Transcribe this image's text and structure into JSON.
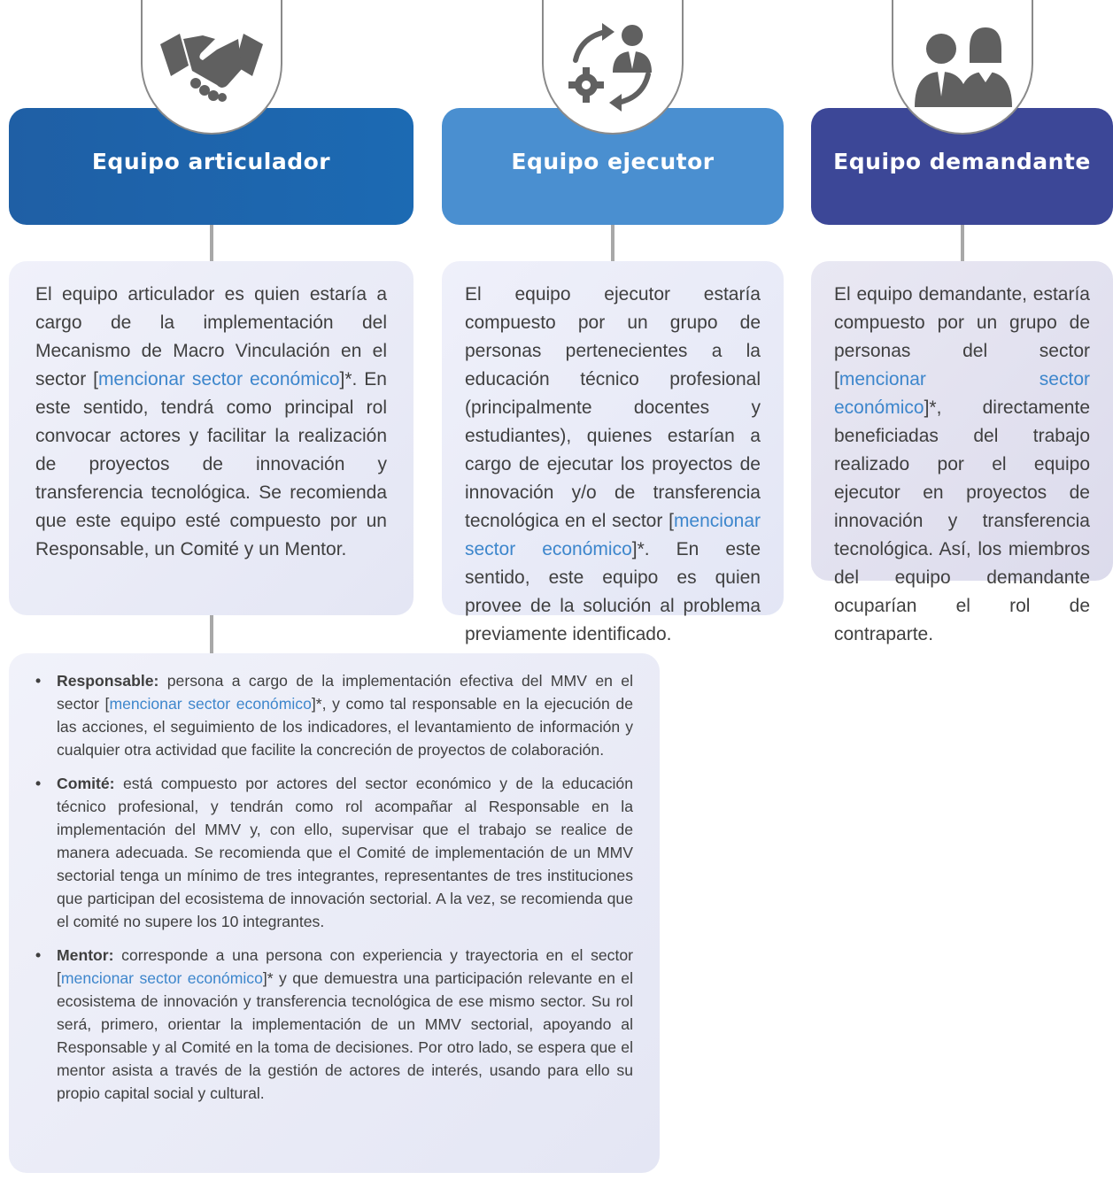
{
  "teams": [
    {
      "title": "Equipo articulador",
      "icon": "handshake-icon",
      "color": "#1f63ab",
      "description": {
        "before": "El equipo articulador es quien estaría a cargo de la implementación del Mecanismo de Macro Vinculación en el sector [",
        "highlight": "mencionar sector económico",
        "after": "]*. En este sentido, tendrá como principal rol convocar actores y facilitar la realización de proyectos de innovación y transferencia tecnológica. Se recomienda que este equipo esté compuesto por un Responsable, un Comité y un Mentor."
      }
    },
    {
      "title": "Equipo ejecutor",
      "icon": "person-cycle-gear-icon",
      "color": "#4a8fd0",
      "description": {
        "before": "El equipo ejecutor estaría compuesto por un grupo de personas pertenecientes a la educación técnico profesional (principalmente docentes y estudiantes), quienes estarían a cargo de ejecutar los proyectos de innovación y/o de transferencia tecnológica en el sector [",
        "highlight": "mencionar sector económico",
        "after": "]*. En este sentido, este equipo es quien provee de la solución al problema previamente identificado."
      }
    },
    {
      "title": "Equipo demandante",
      "icon": "two-people-icon",
      "color": "#3c4797",
      "description": {
        "before": "El equipo demandante, estaría compuesto por un grupo de personas del sector [",
        "highlight": "mencionar sector económico",
        "after": "]*, directamente beneficiadas del trabajo realizado por el equipo ejecutor en proyectos de innovación y transferencia tecnológica. Así, los miembros del equipo demandante ocuparían el rol de contraparte."
      }
    }
  ],
  "roles": [
    {
      "title": "Responsable:",
      "before": " persona a cargo de la implementación efectiva del MMV en el sector [",
      "highlight": "mencionar sector económico",
      "after": "]*, y como tal responsable en la ejecución de las acciones, el seguimiento de los indicadores, el levantamiento de información y cualquier otra actividad que facilite la concreción de proyectos de colaboración."
    },
    {
      "title": "Comité:",
      "before": " está compuesto por actores del sector económico y de la educación técnico profesional, y tendrán como rol acompañar al Responsable en la implementación del MMV y, con ello, supervisar que el trabajo se realice de manera adecuada. Se recomienda que el Comité de implementación de un MMV sectorial tenga un mínimo de tres integrantes, representantes de tres instituciones que participan del ecosistema de innovación sectorial. A la vez, se recomienda que el comité no supere los 10 integrantes.",
      "highlight": "",
      "after": ""
    },
    {
      "title": "Mentor:",
      "before": " corresponde a una persona con experiencia y trayectoria en el sector [",
      "highlight": "mencionar sector económico",
      "after": "]* y que demuestra una participación relevante en el ecosistema de innovación y transferencia tecnológica de ese mismo sector. Su rol será, primero, orientar la implementación de un MMV sectorial, apoyando al Responsable y al Comité en la toma de decisiones. Por otro lado, se espera que el mentor asista a través de la gestión de actores de interés, usando para ello su propio capital social y cultural."
    }
  ],
  "bullet": "•"
}
